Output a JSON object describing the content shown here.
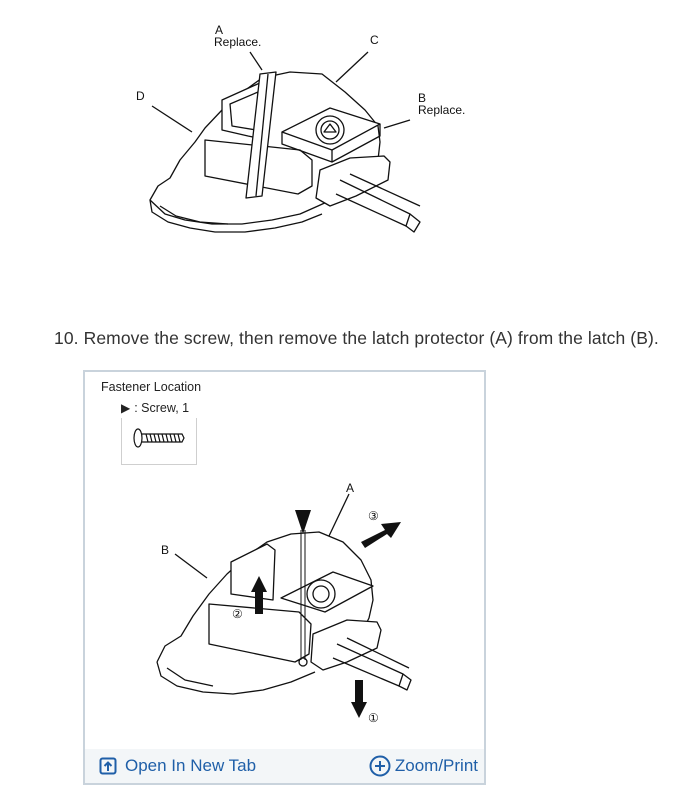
{
  "top_figure": {
    "callouts": {
      "a_letter": "A",
      "a_note": "Replace.",
      "b_letter": "B",
      "b_note": "Replace.",
      "c_letter": "C",
      "d_letter": "D"
    }
  },
  "step": {
    "text": "10. Remove the screw, then remove the latch protector (A) from the latch (B)."
  },
  "figure_panel": {
    "fastener_title": "Fastener Location",
    "fastener_item": ": Screw, 1",
    "callouts": {
      "a_letter": "A",
      "b_letter": "B",
      "step_1": "①",
      "step_2": "②",
      "step_3": "③"
    },
    "footer": {
      "open_label": "Open In New Tab",
      "zoom_label": "Zoom/Print",
      "accent_color": "#1f5fa8"
    },
    "icons": [
      "screw-icon",
      "open-new-tab-icon",
      "zoom-plus-icon"
    ]
  }
}
